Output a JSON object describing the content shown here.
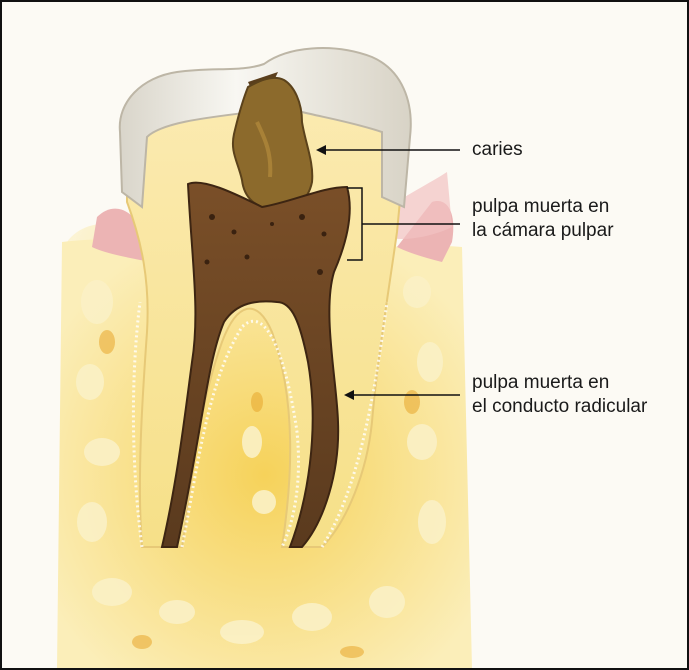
{
  "labels": {
    "caries": "caries",
    "pulp_chamber": [
      "pulpa muerta en",
      "la cámara pulpar"
    ],
    "root_canal": [
      "pulpa muerta en",
      "el conducto radicular"
    ]
  },
  "colors": {
    "enamel": "#f3f1ea",
    "dentin": "#f7e7a0",
    "dead_pulp": "#6b4524",
    "decay": "#8a6a2c",
    "bone": "#f2c642",
    "gum": "#e6a0a0",
    "leader_line": "#111111"
  }
}
